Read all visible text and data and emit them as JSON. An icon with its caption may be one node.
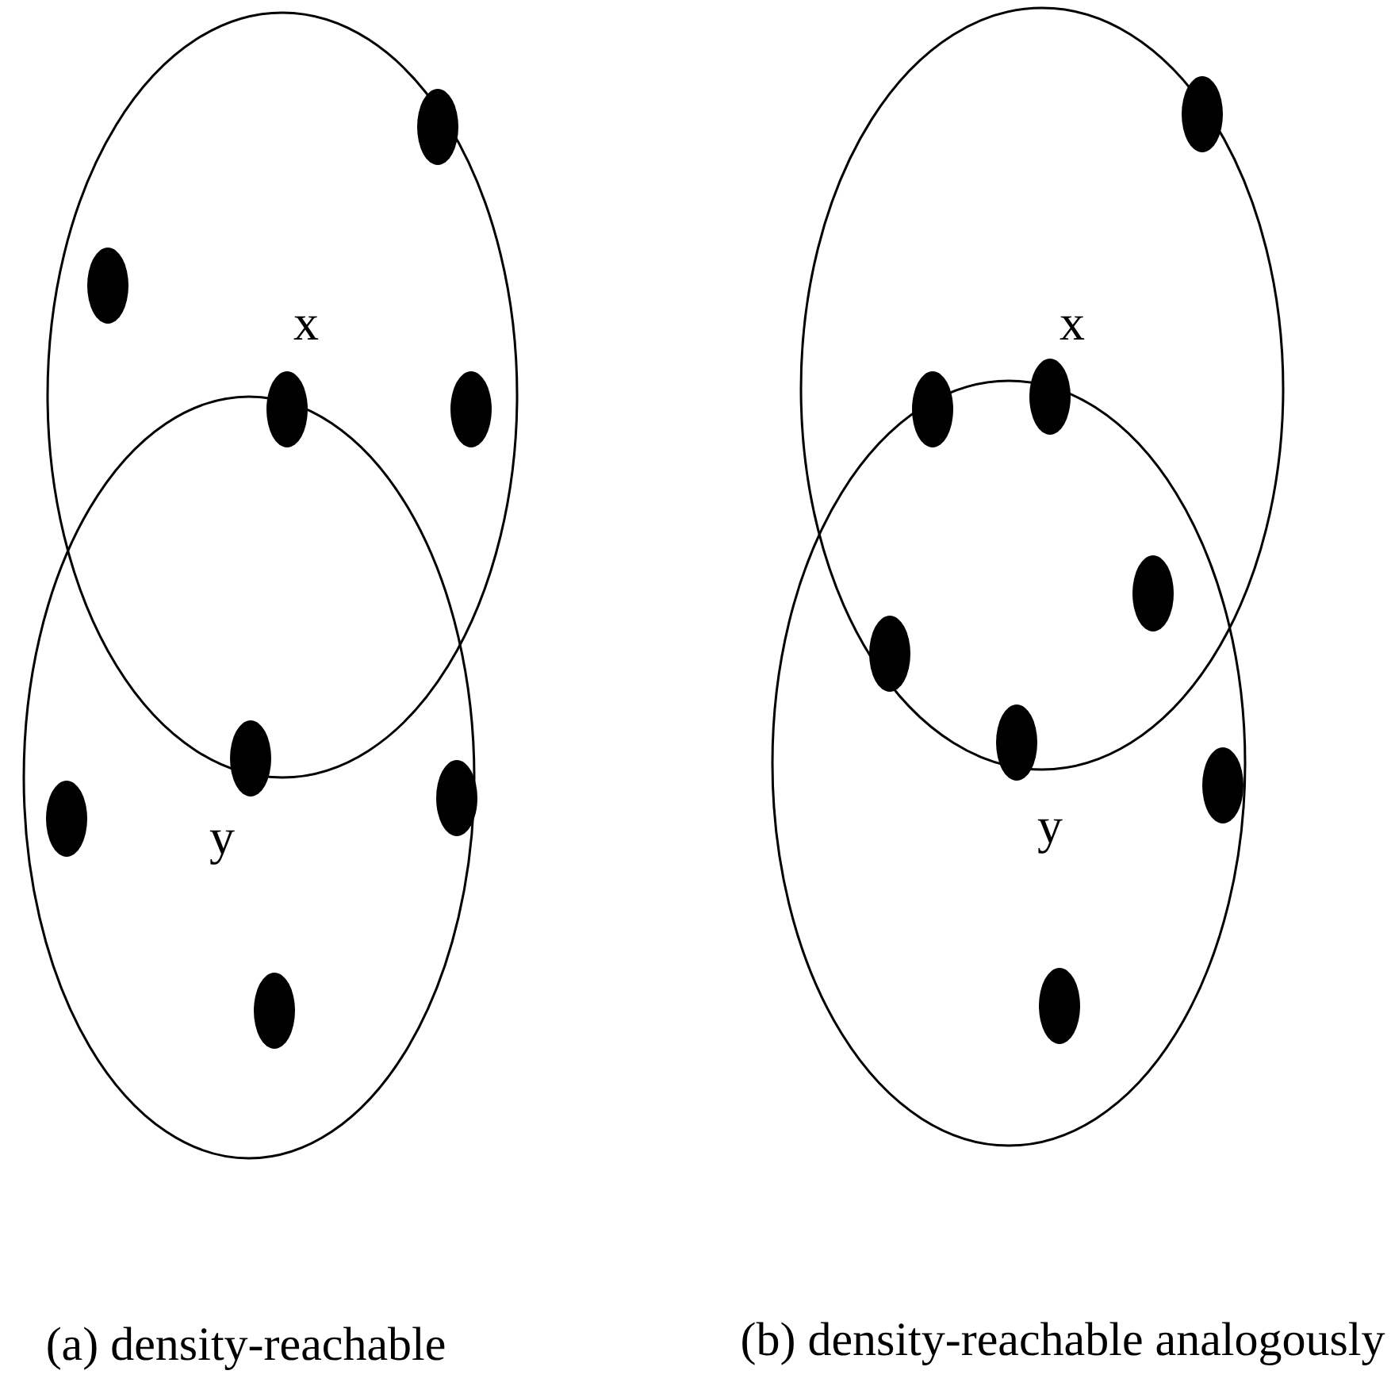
{
  "diagram": {
    "labels": [
      "x",
      "y",
      "x",
      "y",
      "(a) density-reachable",
      "(b) density-reachable analogously"
    ]
  }
}
